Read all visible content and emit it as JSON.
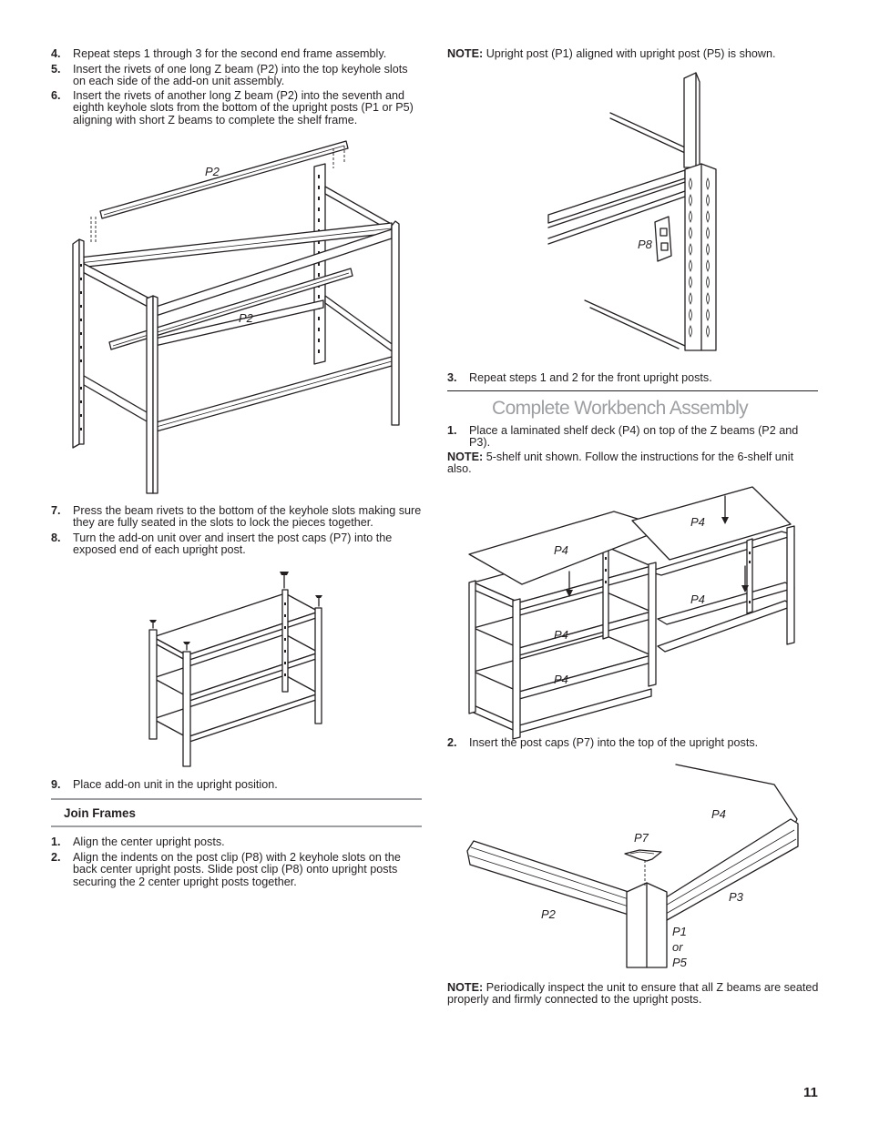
{
  "left": {
    "steps_a": [
      {
        "num": "4.",
        "text": "Repeat steps 1 through 3 for the second end frame assembly."
      },
      {
        "num": "5.",
        "text": "Insert the rivets of one long Z beam (P2) into the top keyhole slots on each side of the add-on unit assembly."
      },
      {
        "num": "6.",
        "text": "Insert the rivets of another long Z beam (P2) into the seventh and eighth keyhole slots from the bottom of the upright posts (P1 or P5) aligning with short Z beams to complete the shelf frame."
      }
    ],
    "figure1_labels": {
      "top": "P2",
      "middle": "P2"
    },
    "steps_b": [
      {
        "num": "7.",
        "text": "Press the beam rivets to the bottom of the keyhole slots making sure they are fully seated in the slots to lock the pieces together."
      },
      {
        "num": "8.",
        "text": "Turn the add-on unit over and insert the post caps (P7) into the exposed end of each upright post."
      }
    ],
    "steps_c": [
      {
        "num": "9.",
        "text": "Place add-on unit in the upright position."
      }
    ],
    "join_frames_title": "Join Frames",
    "steps_d": [
      {
        "num": "1.",
        "text": "Align the center upright posts."
      },
      {
        "num": "2.",
        "text": "Align the indents on the post clip (P8) with 2 keyhole slots on the back center upright posts. Slide post clip (P8) onto upright posts securing the 2 center upright posts together."
      }
    ]
  },
  "right": {
    "note1_label": "NOTE:",
    "note1_text": "Upright post (P1) aligned with upright post (P5) is shown.",
    "figure_clip_label": "P8",
    "step3": {
      "num": "3.",
      "text": "Repeat steps 1 and 2 for the front upright posts."
    },
    "section_title": "Complete Workbench Assembly",
    "step1": {
      "num": "1.",
      "text": "Place a laminated shelf deck (P4) on top of the Z beams (P2 and P3)."
    },
    "note2_label": "NOTE:",
    "note2_text": "5-shelf unit shown. Follow the instructions for the 6-shelf unit also.",
    "figure_deck_labels": [
      "P4",
      "P4",
      "P4",
      "P4",
      "P4"
    ],
    "step2": {
      "num": "2.",
      "text": "Insert the post caps (P7) into the top of the upright posts."
    },
    "figure_cap_labels": {
      "p4": "P4",
      "p7": "P7",
      "p3": "P3",
      "p2": "P2",
      "p1": "P1",
      "or": "or",
      "p5": "P5"
    },
    "note3_label": "NOTE:",
    "note3_text": "Periodically inspect the unit to ensure that all Z beams are seated properly and firmly connected to the upright posts."
  },
  "page_number": "11"
}
